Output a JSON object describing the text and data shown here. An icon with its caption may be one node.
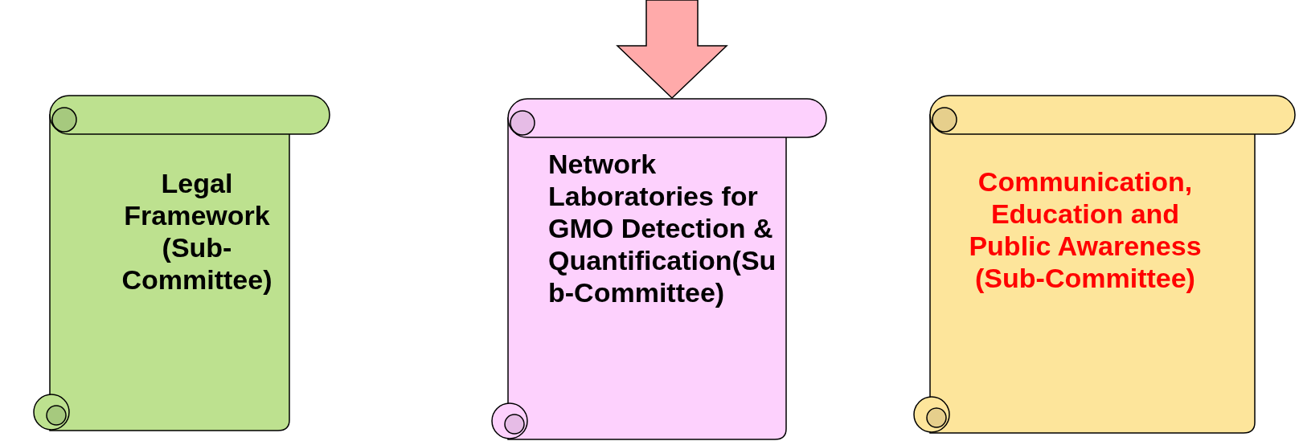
{
  "diagram": {
    "nodes": [
      {
        "text": [
          "Legal Framework (Sub-Committee)"
        ]
      },
      {
        "text": [
          "Network Laboratories for GMO Detection & Quantification(Sub-Committee)"
        ]
      },
      {
        "text": [
          "Communication, Education and Public Awareness (Sub-Committee)"
        ]
      }
    ],
    "edges": [
      {
        "from": null,
        "to": 1,
        "arrow": "to"
      }
    ]
  }
}
